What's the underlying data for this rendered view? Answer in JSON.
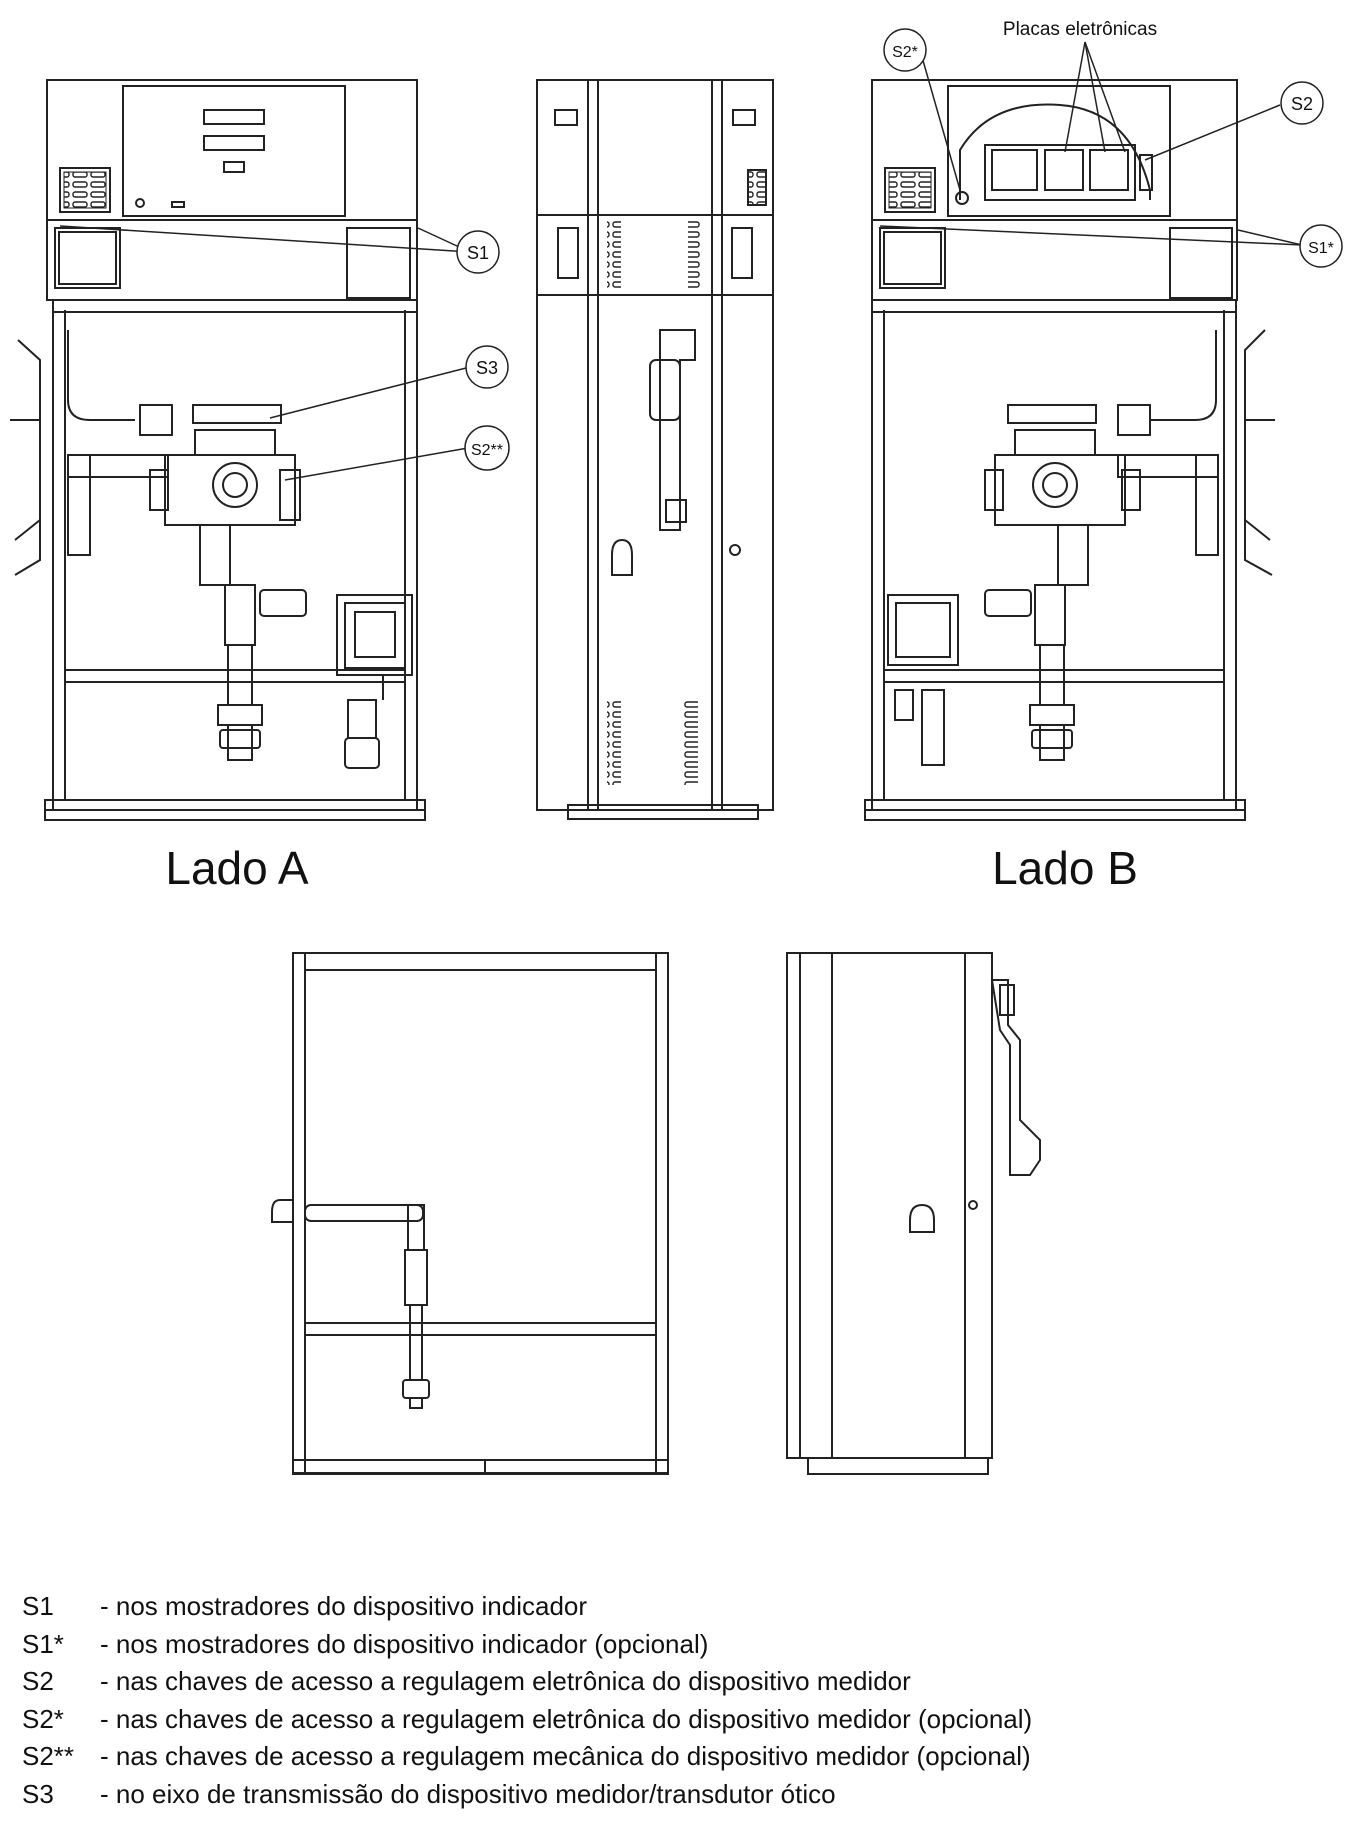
{
  "view_labels": {
    "side_a": "Lado A",
    "side_b": "Lado B"
  },
  "callouts": {
    "s1": "S1",
    "s1_opt": "S1*",
    "s2": "S2",
    "s2_opt": "S2*",
    "s2_mech": "S2**",
    "s3": "S3",
    "boards": "Placas eletrônicas"
  },
  "legend": [
    {
      "code": "S1",
      "desc": "- nos mostradores do dispositivo indicador"
    },
    {
      "code": "S1*",
      "desc": "- nos mostradores do dispositivo indicador (opcional)"
    },
    {
      "code": "S2",
      "desc": "- nas chaves de acesso a regulagem eletrônica do dispositivo medidor"
    },
    {
      "code": "S2*",
      "desc": "- nas chaves de acesso a regulagem eletrônica do dispositivo medidor (opcional)"
    },
    {
      "code": "S2**",
      "desc": "- nas chaves de acesso a regulagem mecânica do dispositivo medidor (opcional)"
    },
    {
      "code": "S3",
      "desc": "- no eixo de transmissão do dispositivo medidor/transdutor ótico"
    }
  ]
}
